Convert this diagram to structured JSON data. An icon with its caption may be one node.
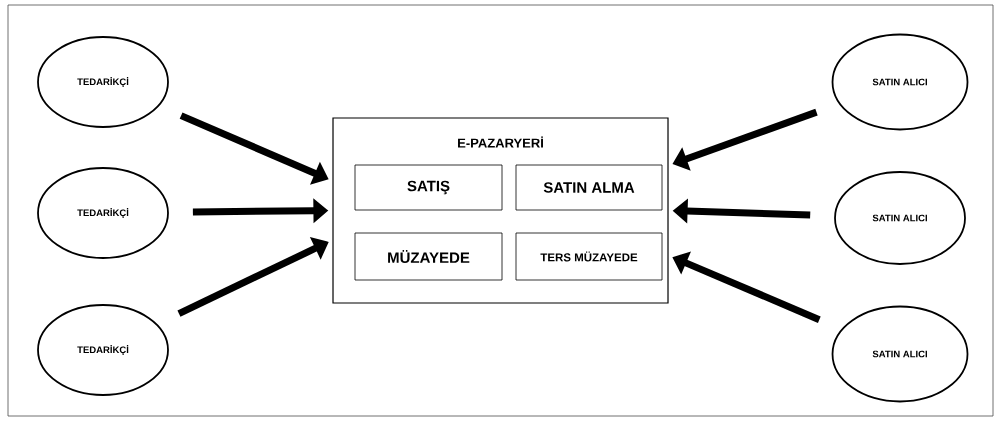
{
  "diagram": {
    "nodes": [
      {
        "text": [
          "E-PAZARYERİ"
        ]
      },
      {
        "text": [
          "SATIŞ"
        ],
        "in": 0
      },
      {
        "text": [
          "SATIN ALMA"
        ],
        "in": 0
      },
      {
        "text": [
          "MÜZAYEDE"
        ],
        "in": 0
      },
      {
        "text": [
          "TERS MÜZAYEDE"
        ],
        "in": 0
      },
      {
        "text": [
          "TEDARİKÇİ"
        ]
      },
      {
        "text": [
          "TEDARİKÇİ"
        ]
      },
      {
        "text": [
          "TEDARİKÇİ"
        ]
      },
      {
        "text": [
          "SATIN ALICI"
        ]
      },
      {
        "text": [
          "SATIN ALICI"
        ]
      },
      {
        "text": [
          "SATIN ALICI"
        ]
      }
    ],
    "edges": [
      {
        "from": 5,
        "to": 0,
        "arrow": "to"
      },
      {
        "from": 6,
        "to": 0,
        "arrow": "to"
      },
      {
        "from": 7,
        "to": 0,
        "arrow": "to"
      },
      {
        "from": 8,
        "to": 0,
        "arrow": "to"
      },
      {
        "from": 9,
        "to": 0,
        "arrow": "to"
      },
      {
        "from": 10,
        "to": 0,
        "arrow": "to"
      }
    ]
  }
}
